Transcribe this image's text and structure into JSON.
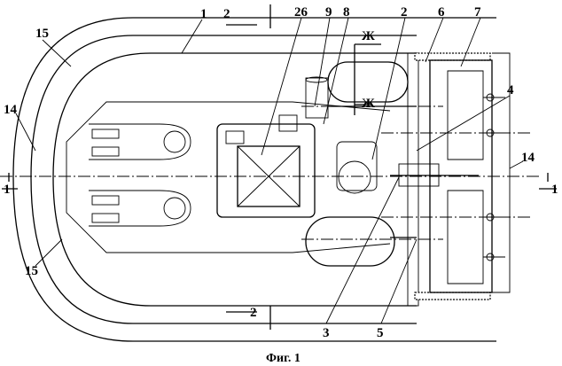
{
  "figure": {
    "caption": "Фиг. 1",
    "labels": {
      "hull_top": "1",
      "section_top": "2",
      "skirt_top_left": "15",
      "engine": "26",
      "part9": "9",
      "part8": "8",
      "shaft": "2",
      "propeller": "6",
      "duct": "7",
      "view_zh_top": "Ж",
      "view_zh_mid": "Ж",
      "part4": "4",
      "bow_left": "14",
      "stern_right": "14",
      "section_left": "1",
      "section_right": "1",
      "skirt_bottom_left": "15",
      "section_bottom": "2",
      "part3": "3",
      "part5": "5"
    }
  }
}
